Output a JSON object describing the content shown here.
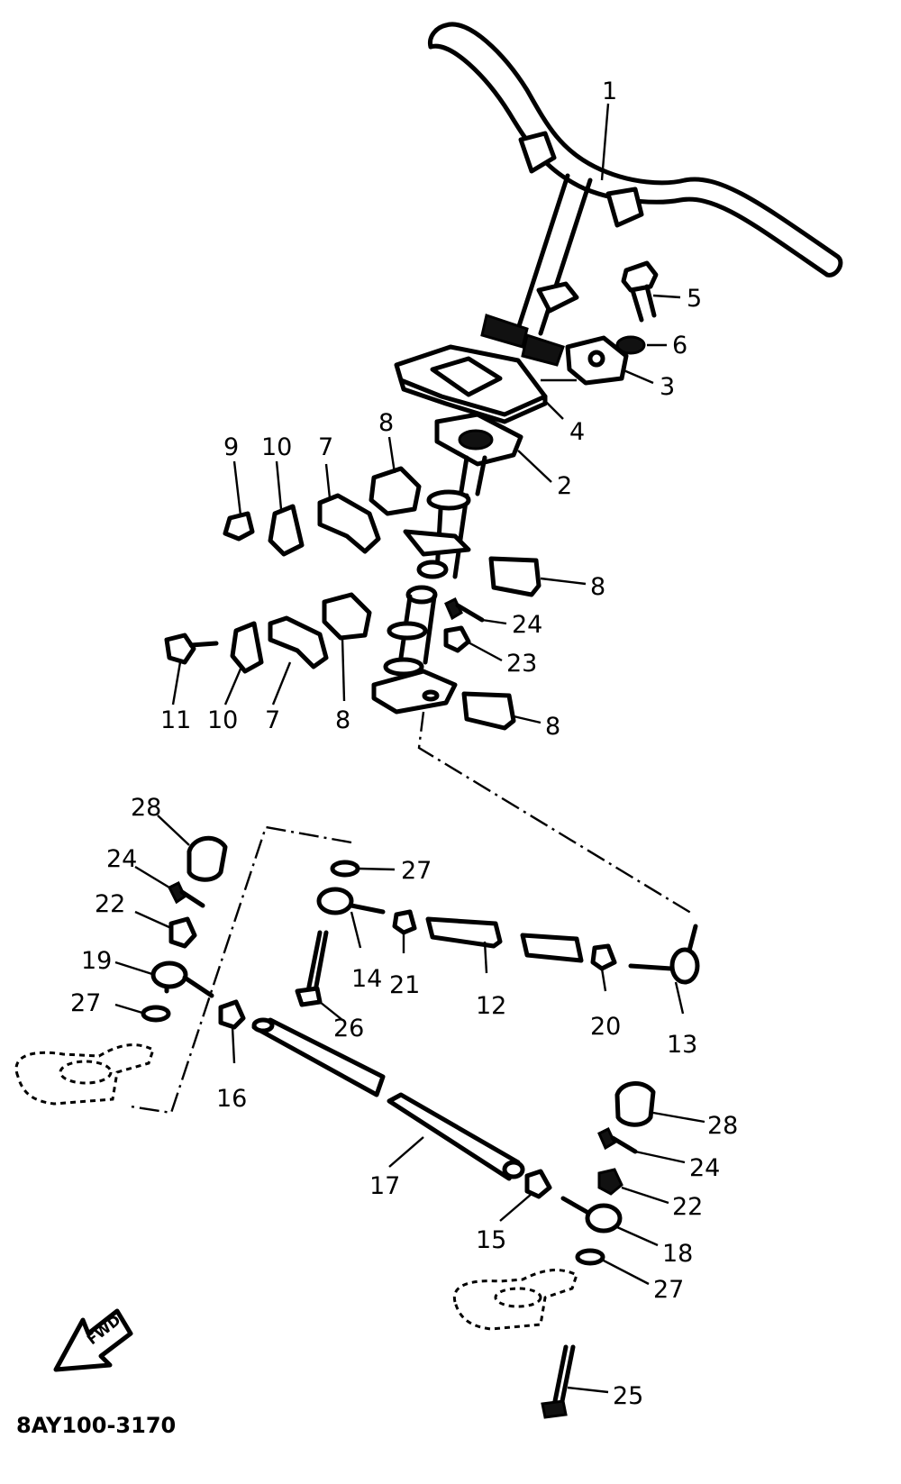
{
  "diagram_code": "8AY100-3170",
  "direction_arrow_label": "FWD",
  "callouts": [
    "1",
    "5",
    "6",
    "3",
    "4",
    "2",
    "8",
    "9",
    "10",
    "7",
    "8",
    "24",
    "23",
    "11",
    "10",
    "7",
    "8",
    "8",
    "28",
    "27",
    "24",
    "22",
    "19",
    "27",
    "14",
    "21",
    "12",
    "20",
    "13",
    "26",
    "16",
    "28",
    "24",
    "17",
    "22",
    "15",
    "18",
    "27",
    "25"
  ]
}
